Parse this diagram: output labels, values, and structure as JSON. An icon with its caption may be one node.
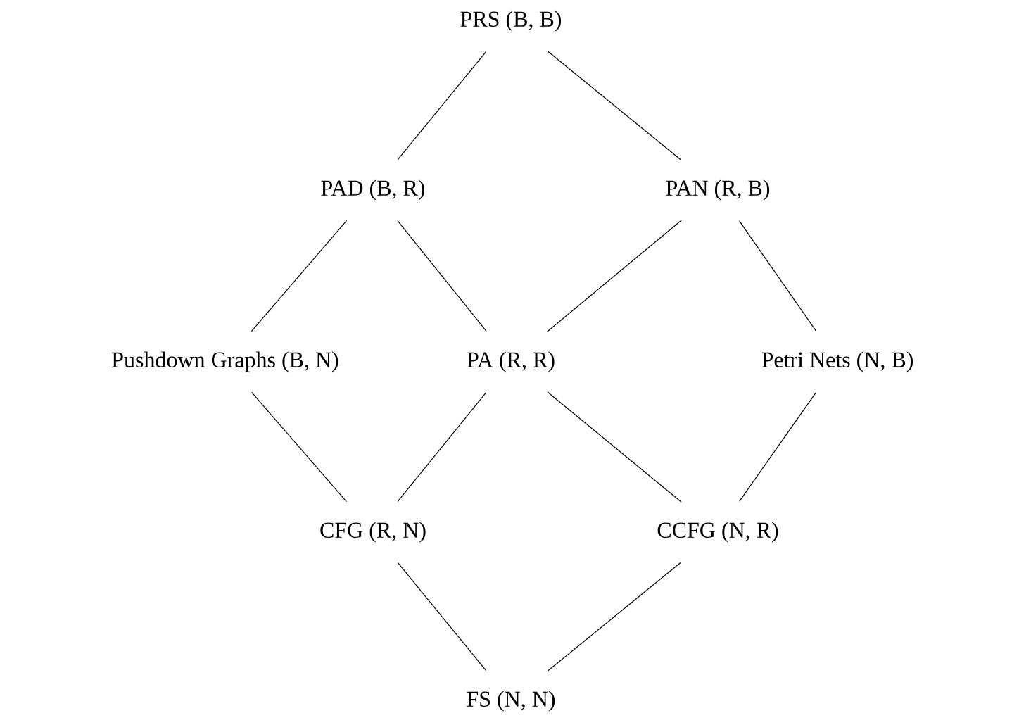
{
  "diagram": {
    "nodes": [
      {
        "text": [
          "PRS (B, B)"
        ]
      },
      {
        "text": [
          "PAD (B, R)"
        ]
      },
      {
        "text": [
          "PAN (R, B)"
        ]
      },
      {
        "text": [
          "Pushdown Graphs (B, N)"
        ]
      },
      {
        "text": [
          "PA (R, R)"
        ]
      },
      {
        "text": [
          "Petri Nets (N, B)"
        ]
      },
      {
        "text": [
          "CFG (R, N)"
        ]
      },
      {
        "text": [
          "CCFG (N, R)"
        ]
      },
      {
        "text": [
          "FS (N, N)"
        ]
      }
    ],
    "edges": [
      {
        "from": 0,
        "to": 1,
        "arrow": "none"
      },
      {
        "from": 0,
        "to": 2,
        "arrow": "none"
      },
      {
        "from": 1,
        "to": 3,
        "arrow": "none"
      },
      {
        "from": 1,
        "to": 4,
        "arrow": "none"
      },
      {
        "from": 2,
        "to": 4,
        "arrow": "none"
      },
      {
        "from": 2,
        "to": 5,
        "arrow": "none"
      },
      {
        "from": 3,
        "to": 6,
        "arrow": "none"
      },
      {
        "from": 4,
        "to": 6,
        "arrow": "none"
      },
      {
        "from": 4,
        "to": 7,
        "arrow": "none"
      },
      {
        "from": 5,
        "to": 7,
        "arrow": "none"
      },
      {
        "from": 6,
        "to": 8,
        "arrow": "none"
      },
      {
        "from": 7,
        "to": 8,
        "arrow": "none"
      }
    ]
  }
}
